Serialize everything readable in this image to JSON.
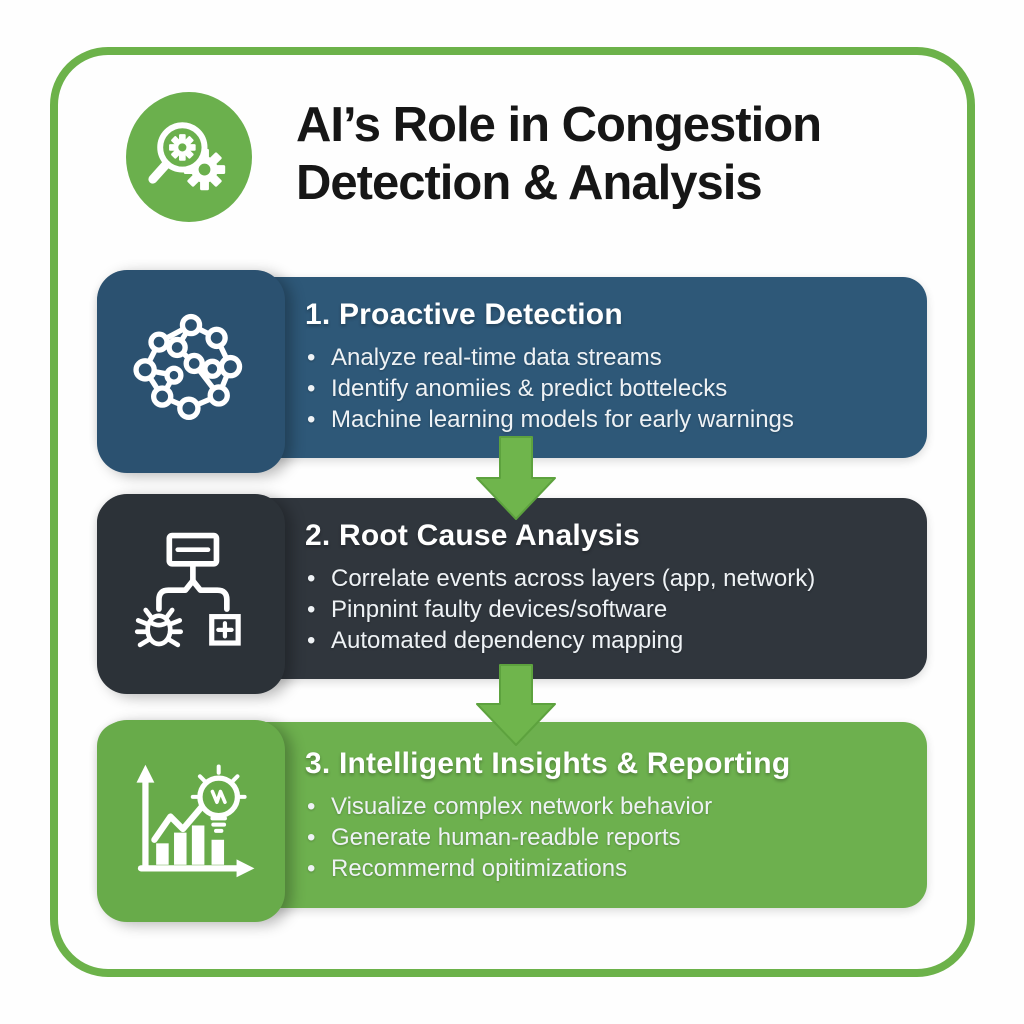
{
  "title": {
    "line1": "AI’s Role in Congestion",
    "line2": "Detection & Analysis"
  },
  "header_icon": "magnifier-gear",
  "sections": [
    {
      "heading": "1. Proactive Detection",
      "icon": "network-nodes",
      "bullets": [
        "Analyze real-time data streams",
        "Identify anomiies & predict bottelecks",
        "Machine learning models for early warnings"
      ]
    },
    {
      "heading": "2. Root Cause Analysis",
      "icon": "fault-tree-bug",
      "bullets": [
        "Correlate events across layers (app, network)",
        "Pinpnint faulty devices/software",
        "Automated dependency mapping"
      ]
    },
    {
      "heading": "3. Intelligent Insights & Reporting",
      "icon": "chart-lightbulb",
      "bullets": [
        "Visualize complex network behavior",
        "Generate human-readble reports",
        "Recommernd opitimizations"
      ]
    }
  ],
  "colors": {
    "frame_green": "#6cb24a",
    "badge_green": "#6bb04d",
    "panel1_blue": "#2e5878",
    "tile1_blue": "#2b5170",
    "panel2_charcoal": "#30363d",
    "tile2_charcoal": "#2c3238",
    "panel3_green": "#6db04e",
    "tile3_green": "#68ab4a",
    "arrow_green": "#6fb54c",
    "title_text": "#161616",
    "panel_text": "#ffffff"
  }
}
